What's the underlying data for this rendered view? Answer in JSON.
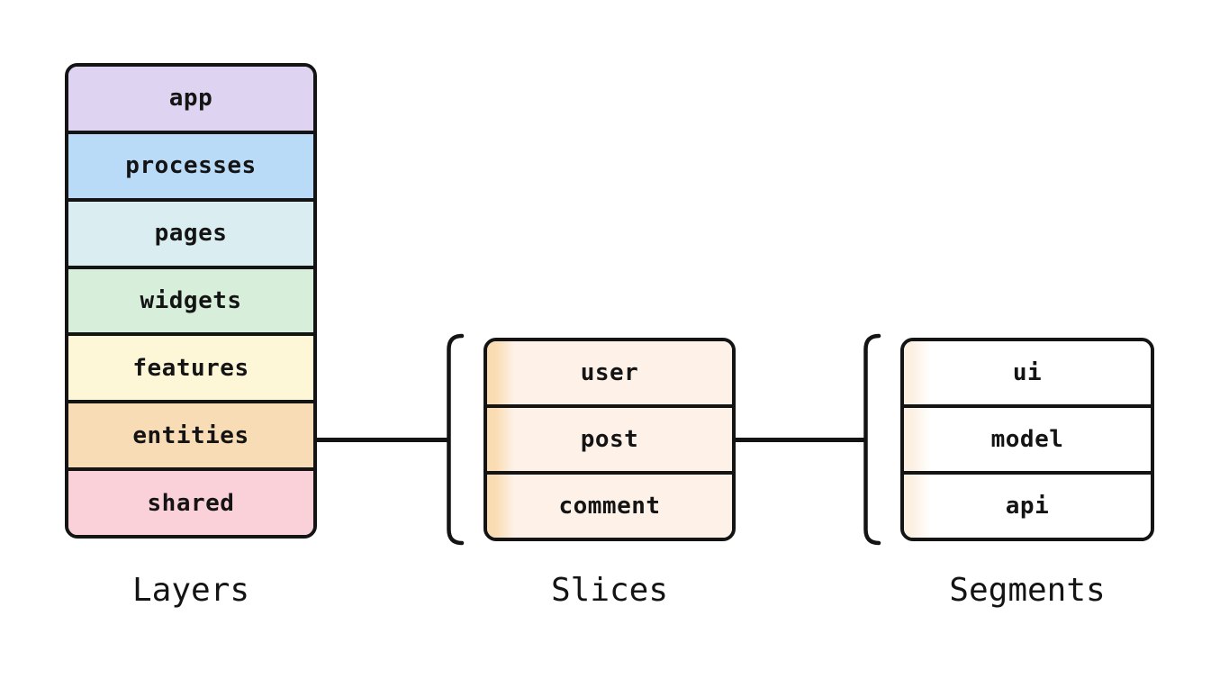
{
  "groups": {
    "layers": {
      "label": "Layers",
      "items": [
        {
          "name": "app",
          "color": "#DED4F2"
        },
        {
          "name": "processes",
          "color": "#B9DBF8"
        },
        {
          "name": "pages",
          "color": "#DAEEF2"
        },
        {
          "name": "widgets",
          "color": "#D6EEDA"
        },
        {
          "name": "features",
          "color": "#FDF6D7"
        },
        {
          "name": "entities",
          "color": "#F8DCB5"
        },
        {
          "name": "shared",
          "color": "#FBD1D9"
        }
      ]
    },
    "slices": {
      "label": "Slices",
      "items": [
        {
          "name": "user"
        },
        {
          "name": "post"
        },
        {
          "name": "comment"
        }
      ],
      "row_background": "#FDF1E8",
      "accent_stripe": "#F9DCB2"
    },
    "segments": {
      "label": "Segments",
      "items": [
        {
          "name": "ui"
        },
        {
          "name": "model"
        },
        {
          "name": "api"
        }
      ],
      "row_background": "#FFFFFF",
      "accent_stripe": "#FCF0E3"
    }
  },
  "style": {
    "background": "#FFFFFF",
    "line_color": "#141414",
    "text_color": "#141414"
  }
}
